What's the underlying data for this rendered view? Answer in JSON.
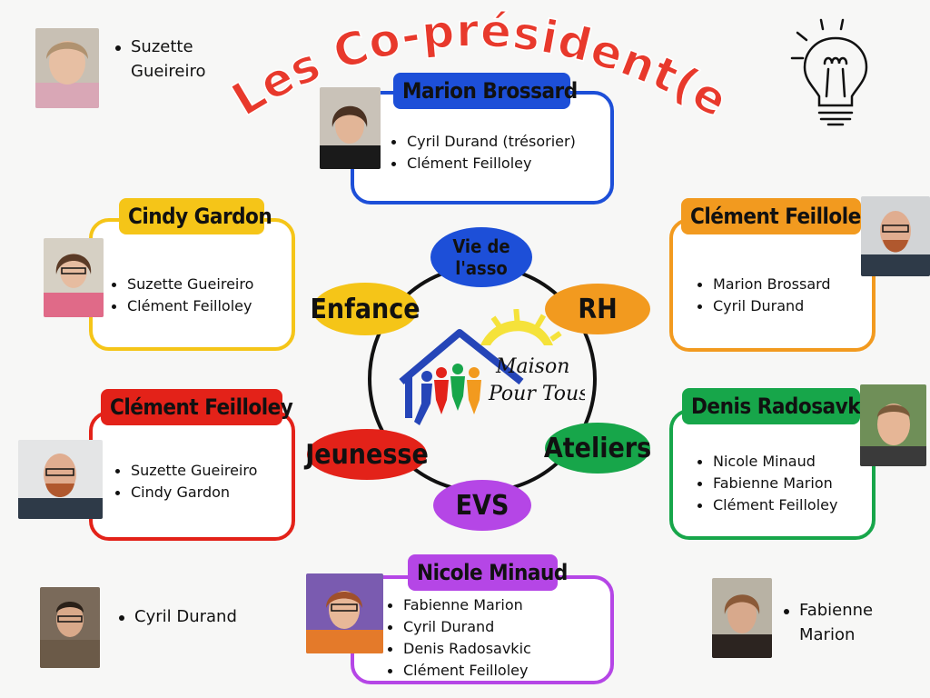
{
  "title": "Les Co-président(e)s",
  "colors": {
    "blue": "#1d4fd8",
    "yellow": "#f5c518",
    "orange": "#f29a1f",
    "red": "#e32219",
    "green": "#17a64a",
    "purple": "#b546e6",
    "title_red": "#e8392c"
  },
  "corners": {
    "top_left": {
      "lines": [
        "Suzette",
        "Gueireiro"
      ]
    },
    "bottom_left": {
      "lines": [
        "Cyril Durand"
      ]
    },
    "bottom_right": {
      "lines": [
        "Fabienne",
        "Marion"
      ]
    }
  },
  "cards": {
    "blue": {
      "name": "Marion Brossard",
      "members": [
        "Cyril Durand (trésorier)",
        "Clément Feilloley"
      ]
    },
    "yellow": {
      "name": "Cindy Gardon",
      "members": [
        "Suzette Gueireiro",
        "Clément Feilloley"
      ]
    },
    "orange": {
      "name": "Clément Feilloley",
      "members": [
        "Marion Brossard",
        "Cyril Durand"
      ]
    },
    "red": {
      "name": "Clément Feilloley",
      "members": [
        "Suzette Gueireiro",
        "Cindy Gardon"
      ]
    },
    "green": {
      "name": "Denis Radosavkic",
      "members": [
        "Nicole Minaud",
        "Fabienne Marion",
        "Clément Feilloley"
      ]
    },
    "purple": {
      "name": "Nicole Minaud",
      "members": [
        "Fabienne Marion",
        "Cyril Durand",
        "Denis Radosavkic",
        "Clément Feilloley"
      ]
    }
  },
  "wheel": {
    "vie_line1": "Vie de",
    "vie_line2": "l'asso",
    "rh": "RH",
    "enfance": "Enfance",
    "jeunesse": "Jeunesse",
    "ateliers": "Ateliers",
    "evs": "EVS"
  },
  "logo": {
    "line1": "Maison",
    "line2": "Pour Tous"
  }
}
